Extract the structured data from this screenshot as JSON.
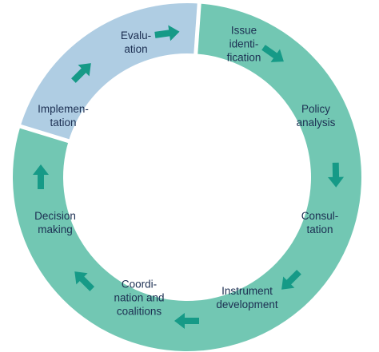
{
  "colors": {
    "segment_blue": "#afcde3",
    "segment_teal": "#72c7b3",
    "arrow": "#169a87",
    "label_text": "#1c2f52",
    "divider": "#ffffff"
  },
  "stages": [
    {
      "id": "issue-identification",
      "lines": [
        "Issue",
        "identi-",
        "fication"
      ]
    },
    {
      "id": "policy-analysis",
      "lines": [
        "Policy",
        "analysis"
      ]
    },
    {
      "id": "consultation",
      "lines": [
        "Consul-",
        "tation"
      ]
    },
    {
      "id": "instrument-development",
      "lines": [
        "Instrument",
        "development"
      ]
    },
    {
      "id": "coordination-and-coalitions",
      "lines": [
        "Coordi-",
        "nation and",
        "coalitions"
      ]
    },
    {
      "id": "decision-making",
      "lines": [
        "Decision",
        "making"
      ]
    },
    {
      "id": "implementation",
      "lines": [
        "Implemen-",
        "tation"
      ]
    },
    {
      "id": "evaluation",
      "lines": [
        "Evalu-",
        "ation"
      ]
    }
  ]
}
